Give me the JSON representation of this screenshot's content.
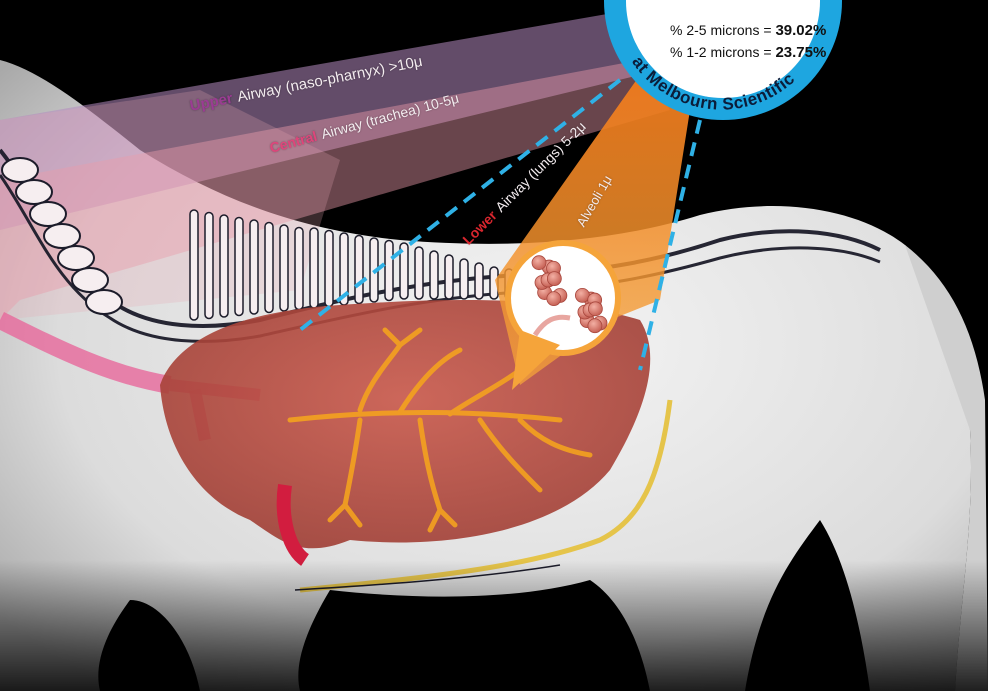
{
  "badge": {
    "stats": [
      {
        "label": "% 2-5 microns =",
        "value": "39.02%"
      },
      {
        "label": "% 1-2 microns =",
        "value": "23.75%"
      }
    ],
    "arc_text": "at Melbourn Scientific",
    "ring_color": "#1ea6e0"
  },
  "airway_labels": [
    {
      "lead": "Upper",
      "rest": "Airway (naso-pharnyx) >10μ",
      "lead_color": "#9b3c93"
    },
    {
      "lead": "Central",
      "rest": "Airway (trachea) 10-5μ",
      "lead_color": "#e0457b"
    },
    {
      "lead": "Lower",
      "rest": "Airway (lungs) 5-2μ",
      "lead_color": "#d8262e"
    },
    {
      "lead": "",
      "rest": "Alveoli 1μ",
      "lead_color": "#ffffff"
    }
  ],
  "colors": {
    "upper_band": "#b48ac0",
    "central_band": "#e99aa8",
    "lower_band": "#f07a1c",
    "lung": "#b4473a",
    "bronchi": "#f4a21f",
    "dashed_guide": "#2fb1e6"
  },
  "icons": [
    "horse-illustration",
    "spine-skeleton",
    "lung-anatomy",
    "alveoli-cluster-icon"
  ]
}
